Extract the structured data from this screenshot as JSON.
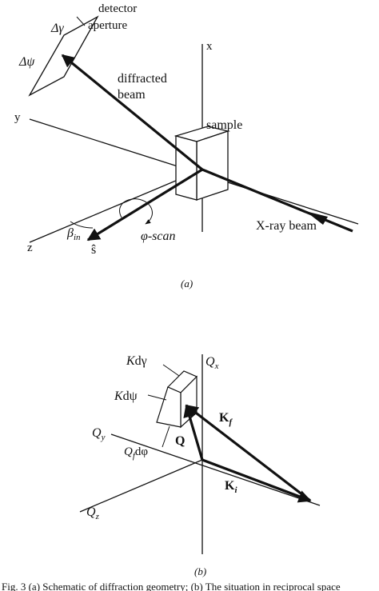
{
  "panel_a": {
    "detector_line1": "detector",
    "detector_line2": "aperture",
    "delta_gamma": "Δγ",
    "delta_psi": "Δψ",
    "diffracted_line1": "diffracted",
    "diffracted_line2": "beam",
    "sample": "sample",
    "axis_x": "x",
    "axis_y": "y",
    "axis_z": "z",
    "xray_beam": "X-ray beam",
    "beta_in_main": "β",
    "beta_in_sub": "in",
    "phi_scan": "φ-scan",
    "s_hat": "ŝ",
    "caption": "(a)"
  },
  "panel_b": {
    "k_dgamma_k": "K",
    "k_dgamma_rest": "dγ",
    "k_dpsi_k": "K",
    "k_dpsi_rest": "dψ",
    "qf_dphi_q": "Q",
    "qf_dphi_sub": "f",
    "qf_dphi_rest": "dφ",
    "qx_main": "Q",
    "qx_sub": "x",
    "qy_main": "Q",
    "qy_sub": "y",
    "qz_main": "Q",
    "qz_sub": "z",
    "kf_main": "K",
    "kf_sub": "f",
    "ki_main": "K",
    "ki_sub": "i",
    "q_label": "Q",
    "caption": "(b)"
  },
  "caption_text": "Fig. 3 (a) Schematic of diffraction geometry; (b) The situation in reciprocal space"
}
